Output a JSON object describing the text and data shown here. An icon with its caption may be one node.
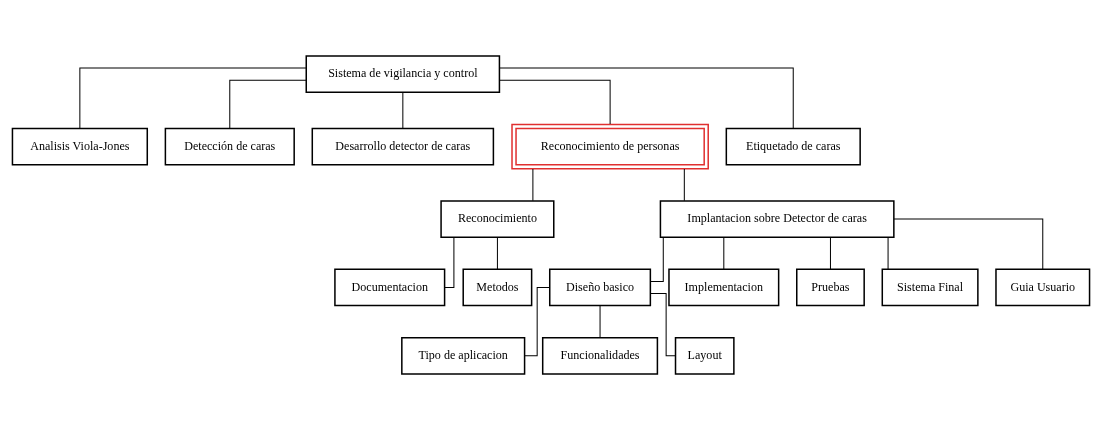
{
  "diagram": {
    "nodes": [
      {
        "text": [
          "Sistema de vigilancia y control"
        ]
      },
      {
        "text": [
          "Analisis Viola-Jones"
        ]
      },
      {
        "text": [
          "Detección de caras"
        ]
      },
      {
        "text": [
          "Desarrollo detector de caras"
        ]
      },
      {
        "text": [
          "Reconocimiento de personas"
        ]
      },
      {
        "text": [
          "Etiquetado de caras"
        ]
      },
      {
        "text": [
          "Reconocimiento"
        ]
      },
      {
        "text": [
          "Implantacion sobre Detector de caras"
        ]
      },
      {
        "text": [
          "Documentacion"
        ]
      },
      {
        "text": [
          "Metodos"
        ]
      },
      {
        "text": [
          "Diseño basico"
        ]
      },
      {
        "text": [
          "Implementacion"
        ]
      },
      {
        "text": [
          "Pruebas"
        ]
      },
      {
        "text": [
          "Sistema Final"
        ]
      },
      {
        "text": [
          "Guia Usuario"
        ]
      },
      {
        "text": [
          "Tipo de aplicacion"
        ]
      },
      {
        "text": [
          "Funcionalidades"
        ]
      },
      {
        "text": [
          "Layout"
        ]
      }
    ],
    "edges": [
      {
        "from": 0,
        "to": 1,
        "arrow": "none"
      },
      {
        "from": 0,
        "to": 2,
        "arrow": "none"
      },
      {
        "from": 0,
        "to": 3,
        "arrow": "none"
      },
      {
        "from": 0,
        "to": 4,
        "arrow": "none"
      },
      {
        "from": 0,
        "to": 5,
        "arrow": "none"
      },
      {
        "from": 4,
        "to": 6,
        "arrow": "none"
      },
      {
        "from": 4,
        "to": 7,
        "arrow": "none"
      },
      {
        "from": 6,
        "to": 8,
        "arrow": "none"
      },
      {
        "from": 6,
        "to": 9,
        "arrow": "none"
      },
      {
        "from": 7,
        "to": 10,
        "arrow": "none"
      },
      {
        "from": 7,
        "to": 11,
        "arrow": "none"
      },
      {
        "from": 7,
        "to": 12,
        "arrow": "none"
      },
      {
        "from": 7,
        "to": 13,
        "arrow": "none"
      },
      {
        "from": 7,
        "to": 14,
        "arrow": "none"
      },
      {
        "from": 10,
        "to": 15,
        "arrow": "none"
      },
      {
        "from": 10,
        "to": 16,
        "arrow": "none"
      },
      {
        "from": 10,
        "to": 17,
        "arrow": "none"
      }
    ]
  }
}
